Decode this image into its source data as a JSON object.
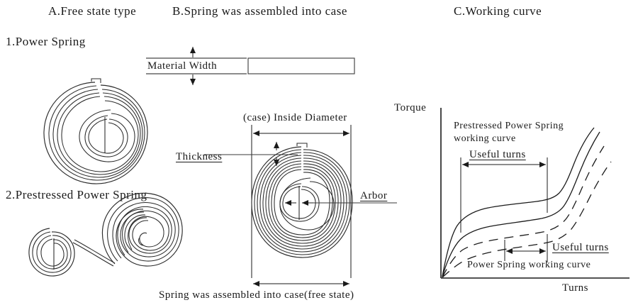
{
  "header": {
    "col_a": "A.Free state type",
    "col_b": "B.Spring was assembled into case",
    "col_c": "C.Working curve"
  },
  "sections": {
    "item1": "1.Power Spring",
    "item2": "2.Prestressed Power Spring"
  },
  "labels": {
    "material_width": "Material Width",
    "thickness": "Thickness",
    "inside_diameter": "(case) Inside Diameter",
    "arbor": "Arbor",
    "caption_case": "Spring was assembled into case(free state)"
  },
  "chart_data": {
    "type": "line",
    "title": "",
    "xlabel": "Turns",
    "ylabel": "Torque",
    "xlim": [
      0,
      10
    ],
    "ylim": [
      0,
      10
    ],
    "grid": false,
    "legend": "annotations",
    "annotations": [
      {
        "id": "prestressed-label",
        "text": "Prestressed Power Spring\nworking curve",
        "line1": "Prestressed Power Spring",
        "line2": "working curve"
      },
      {
        "id": "useful-turns-upper",
        "text": "Useful turns"
      },
      {
        "id": "useful-turns-lower",
        "text": "Useful turns"
      },
      {
        "id": "power-spring-label",
        "text": "Power Spring working curve"
      }
    ],
    "series": [
      {
        "name": "Prestressed Power Spring working curve (upper bound)",
        "style": "solid",
        "x": [
          0.05,
          0.25,
          0.6,
          1.1,
          1.8,
          3.0,
          4.5,
          6.0,
          6.9,
          7.5,
          8.0,
          8.5,
          8.9
        ],
        "y": [
          0.1,
          1.6,
          3.1,
          4.0,
          4.5,
          4.9,
          5.2,
          5.5,
          5.9,
          6.8,
          7.9,
          9.0,
          9.8
        ]
      },
      {
        "name": "Prestressed Power Spring working curve (lower bound)",
        "style": "solid",
        "x": [
          0.05,
          0.3,
          0.8,
          1.4,
          2.2,
          3.4,
          4.8,
          6.2,
          7.1,
          7.7,
          8.2,
          8.7,
          9.1
        ],
        "y": [
          0.1,
          1.0,
          2.1,
          2.7,
          3.0,
          3.3,
          3.6,
          3.9,
          4.3,
          5.2,
          6.4,
          7.9,
          9.4
        ]
      },
      {
        "name": "Power Spring working curve (upper bound)",
        "style": "dashed",
        "x": [
          0.05,
          0.4,
          1.0,
          1.7,
          2.6,
          3.8,
          5.0,
          6.3,
          7.2,
          7.9,
          8.5,
          9.1,
          9.5
        ],
        "y": [
          0.1,
          0.7,
          1.5,
          2.0,
          2.3,
          2.6,
          2.9,
          3.2,
          3.6,
          4.3,
          5.4,
          7.0,
          8.4
        ]
      },
      {
        "name": "Power Spring working curve (lower bound)",
        "style": "dashed",
        "x": [
          0.05,
          0.5,
          1.2,
          2.1,
          3.1,
          4.3,
          5.5,
          6.7,
          7.6,
          8.3,
          8.9,
          9.4,
          9.8
        ],
        "y": [
          0.05,
          0.3,
          0.8,
          1.2,
          1.5,
          1.8,
          2.0,
          2.3,
          2.7,
          3.3,
          4.2,
          5.5,
          6.8
        ]
      }
    ],
    "dimension_bars": [
      {
        "id": "useful-turns-upper",
        "label": "Useful turns",
        "x_start": 1.3,
        "x_end": 6.6
      },
      {
        "id": "useful-turns-lower",
        "label": "Useful turns",
        "x_start": 3.6,
        "x_end": 6.6
      }
    ]
  }
}
